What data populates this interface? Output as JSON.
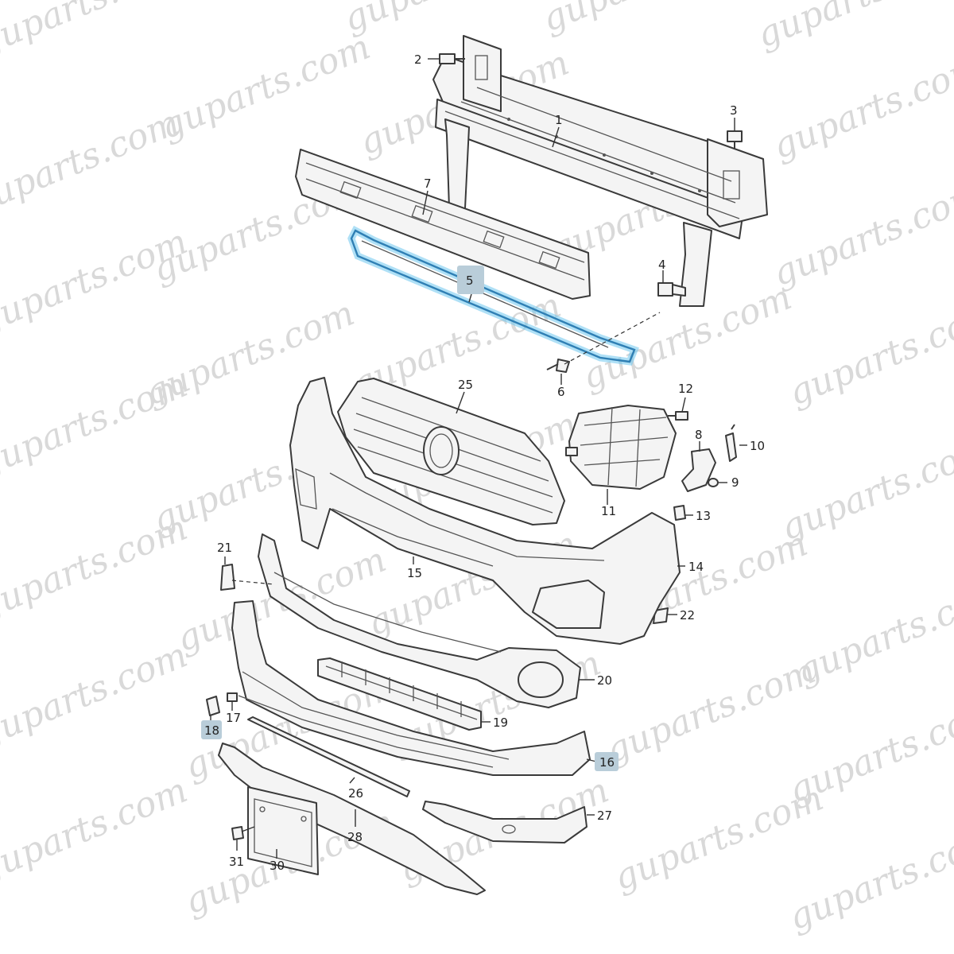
{
  "watermark": {
    "text": "guparts.com"
  },
  "parts": [
    {
      "id": "p1",
      "number": "1",
      "highlighted": false
    },
    {
      "id": "p2",
      "number": "2",
      "highlighted": false
    },
    {
      "id": "p3",
      "number": "3",
      "highlighted": false
    },
    {
      "id": "p4",
      "number": "4",
      "highlighted": false
    },
    {
      "id": "p5",
      "number": "5",
      "highlighted": true
    },
    {
      "id": "p6",
      "number": "6",
      "highlighted": false
    },
    {
      "id": "p7",
      "number": "7",
      "highlighted": false
    },
    {
      "id": "p8",
      "number": "8",
      "highlighted": false
    },
    {
      "id": "p9",
      "number": "9",
      "highlighted": false
    },
    {
      "id": "p10",
      "number": "10",
      "highlighted": false
    },
    {
      "id": "p11",
      "number": "11",
      "highlighted": false
    },
    {
      "id": "p12",
      "number": "12",
      "highlighted": false
    },
    {
      "id": "p13",
      "number": "13",
      "highlighted": false
    },
    {
      "id": "p14",
      "number": "14",
      "highlighted": false
    },
    {
      "id": "p15",
      "number": "15",
      "highlighted": false
    },
    {
      "id": "p16",
      "number": "16",
      "highlighted": true
    },
    {
      "id": "p17",
      "number": "17",
      "highlighted": false
    },
    {
      "id": "p18",
      "number": "18",
      "highlighted": true
    },
    {
      "id": "p19",
      "number": "19",
      "highlighted": false
    },
    {
      "id": "p20",
      "number": "20",
      "highlighted": false
    },
    {
      "id": "p21",
      "number": "21",
      "highlighted": false
    },
    {
      "id": "p22",
      "number": "22",
      "highlighted": false
    },
    {
      "id": "p25",
      "number": "25",
      "highlighted": false
    },
    {
      "id": "p26",
      "number": "26",
      "highlighted": false
    },
    {
      "id": "p27",
      "number": "27",
      "highlighted": false
    },
    {
      "id": "p28",
      "number": "28",
      "highlighted": false
    },
    {
      "id": "p30",
      "number": "30",
      "highlighted": false
    },
    {
      "id": "p31",
      "number": "31",
      "highlighted": false
    }
  ],
  "colors": {
    "highlight_box": "#b9cdd9",
    "highlight_glow": "#6ec6ee",
    "line": "#3a3a3a",
    "watermark": "#d9d9d9"
  }
}
